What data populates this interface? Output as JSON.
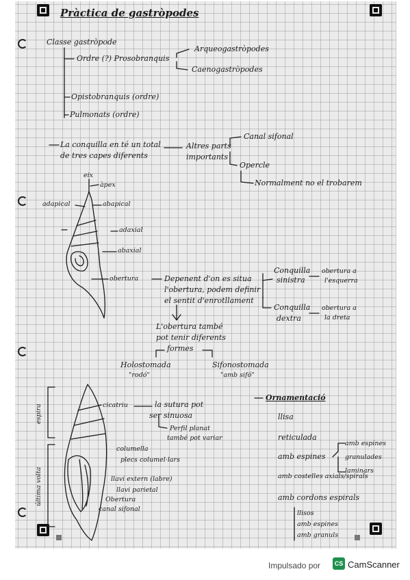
{
  "page": {
    "title": "Pràctica de gastròpodes"
  },
  "taxonomy": {
    "root": "Classe gastròpode",
    "order_prosobranquis": "Ordre (?) Prosobranquis",
    "arqueo": "Arqueogastròpodes",
    "caeno": "Caenogastròpodes",
    "opisto": "Opistobranquis (ordre)",
    "pulmonats": "Pulmonats (ordre)"
  },
  "shell_intro": {
    "line1": "La conquilla en té un total",
    "line2": "de tres capes diferents",
    "altres1": "Altres parts",
    "altres2": "importants",
    "parts": [
      "Canal sifonal",
      "Opercle",
      "Normalment no el trobarem"
    ]
  },
  "shell1_labels": {
    "eix": "eix",
    "apex": "àpex",
    "adapical": "adapical",
    "abapical": "abapical",
    "adaxial": "adaxial",
    "abaxial": "abaxial",
    "obertura": "obertura"
  },
  "obertura_notes": {
    "dep1": "Depenent d'on es situa",
    "dep2": "l'obertura, podem definir",
    "dep3": "el sentit d'enrotllament",
    "sin_label_1": "Conquilla",
    "sin_label_2": "sinistra",
    "sin_desc_1": "obertura a",
    "sin_desc_2": "l'esquerra",
    "dex_label_1": "Conquilla",
    "dex_label_2": "dextra",
    "dex_desc_1": "obertura a",
    "dex_desc_2": "la dreta",
    "forms1": "L'obertura també",
    "forms2": "pot tenir diferents",
    "forms3": "formes",
    "holo": "Holostomada",
    "holo_q": "\"rodó\"",
    "sifo": "Sifonostomada",
    "sifo_q": "\"amb sifó\""
  },
  "shell2_labels": {
    "espira": "espira",
    "ultima_volta": "última volta",
    "cicatriu": "cicatriu",
    "sutura1": "la sutura pot",
    "sutura2": "ser sinuosa",
    "perfil1": "Perfil planat",
    "perfil2": "també pot variar",
    "columella": "columella",
    "plecs": "plecs columel·lars",
    "llavi_ext": "llavi extern (labre)",
    "llavi_par": "llavi parietal",
    "obertura": "Obertura",
    "canal": "canal sifonal"
  },
  "ornamentacio": {
    "title": "Ornamentació",
    "items": [
      "llisa",
      "reticulada",
      "amb espines",
      "amb costelles axials/spirals",
      "amb cordons espirals"
    ],
    "espines_sub": [
      "amb espines",
      "granulades",
      "laminars"
    ],
    "cordons_sub": [
      "llisos",
      "amb espines",
      "amb granuls"
    ]
  },
  "footer": {
    "impulsado": "Impulsado por",
    "logo": "CS",
    "brand": "CamScanner"
  }
}
